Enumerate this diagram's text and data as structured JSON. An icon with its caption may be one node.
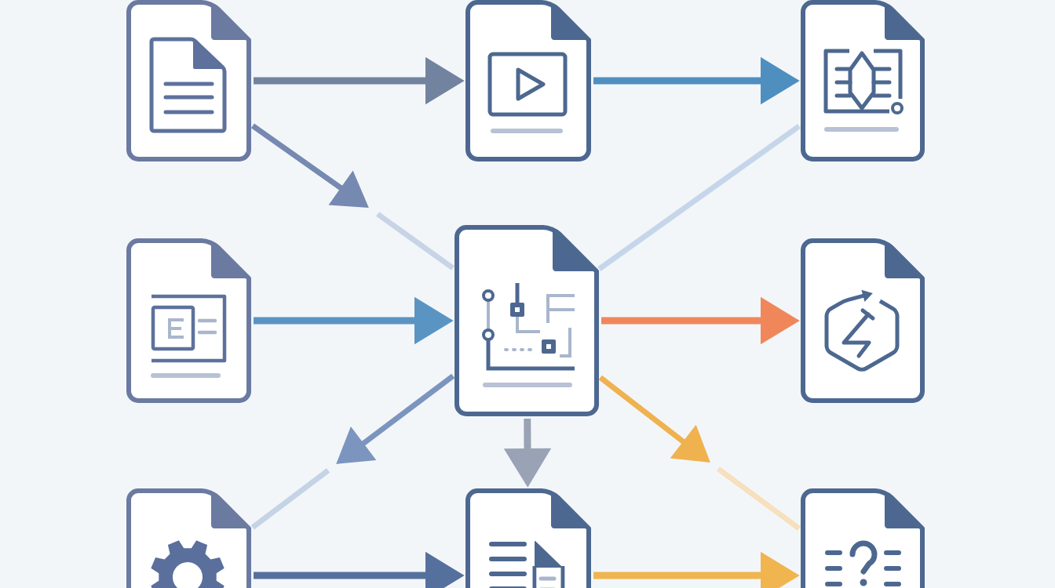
{
  "diagram": {
    "nodes": [
      {
        "text": [],
        "shape": "document"
      },
      {
        "text": [],
        "shape": "document"
      },
      {
        "text": [],
        "shape": "document"
      },
      {
        "text": [],
        "shape": "document"
      },
      {
        "text": [],
        "shape": "document"
      },
      {
        "text": [],
        "shape": "document"
      },
      {
        "text": [],
        "shape": "document"
      },
      {
        "text": [],
        "shape": "document"
      },
      {
        "text": [],
        "shape": "document"
      }
    ],
    "edges": [
      {
        "from": 0,
        "to": 1,
        "arrow": "to",
        "color": "#71839f"
      },
      {
        "from": 1,
        "to": 2,
        "arrow": "to",
        "color": "#4f8fc0"
      },
      {
        "from": 0,
        "to": null,
        "arrow": "to",
        "color": "#7689b1"
      },
      {
        "from": null,
        "to": 4,
        "arrow": "none",
        "color": "#c8d4e6"
      },
      {
        "from": 2,
        "to": 4,
        "arrow": "none",
        "color": "#c6d6ea"
      },
      {
        "from": 3,
        "to": 4,
        "arrow": "to",
        "color": "#5a94c2"
      },
      {
        "from": 4,
        "to": 5,
        "arrow": "to",
        "color": "#ef875b"
      },
      {
        "from": 4,
        "to": null,
        "arrow": "to",
        "color": "#7b95bf"
      },
      {
        "from": null,
        "to": 6,
        "arrow": "none",
        "color": "#c5d3e6"
      },
      {
        "from": 4,
        "to": 7,
        "arrow": "to",
        "color": "#9aa2b5"
      },
      {
        "from": 4,
        "to": null,
        "arrow": "to",
        "color": "#efb24f"
      },
      {
        "from": null,
        "to": 8,
        "arrow": "none",
        "color": "#f6e0bd"
      },
      {
        "from": 6,
        "to": 7,
        "arrow": "to",
        "color": "#56709e"
      },
      {
        "from": 7,
        "to": 8,
        "arrow": "to",
        "color": "#f1b54f"
      }
    ]
  }
}
